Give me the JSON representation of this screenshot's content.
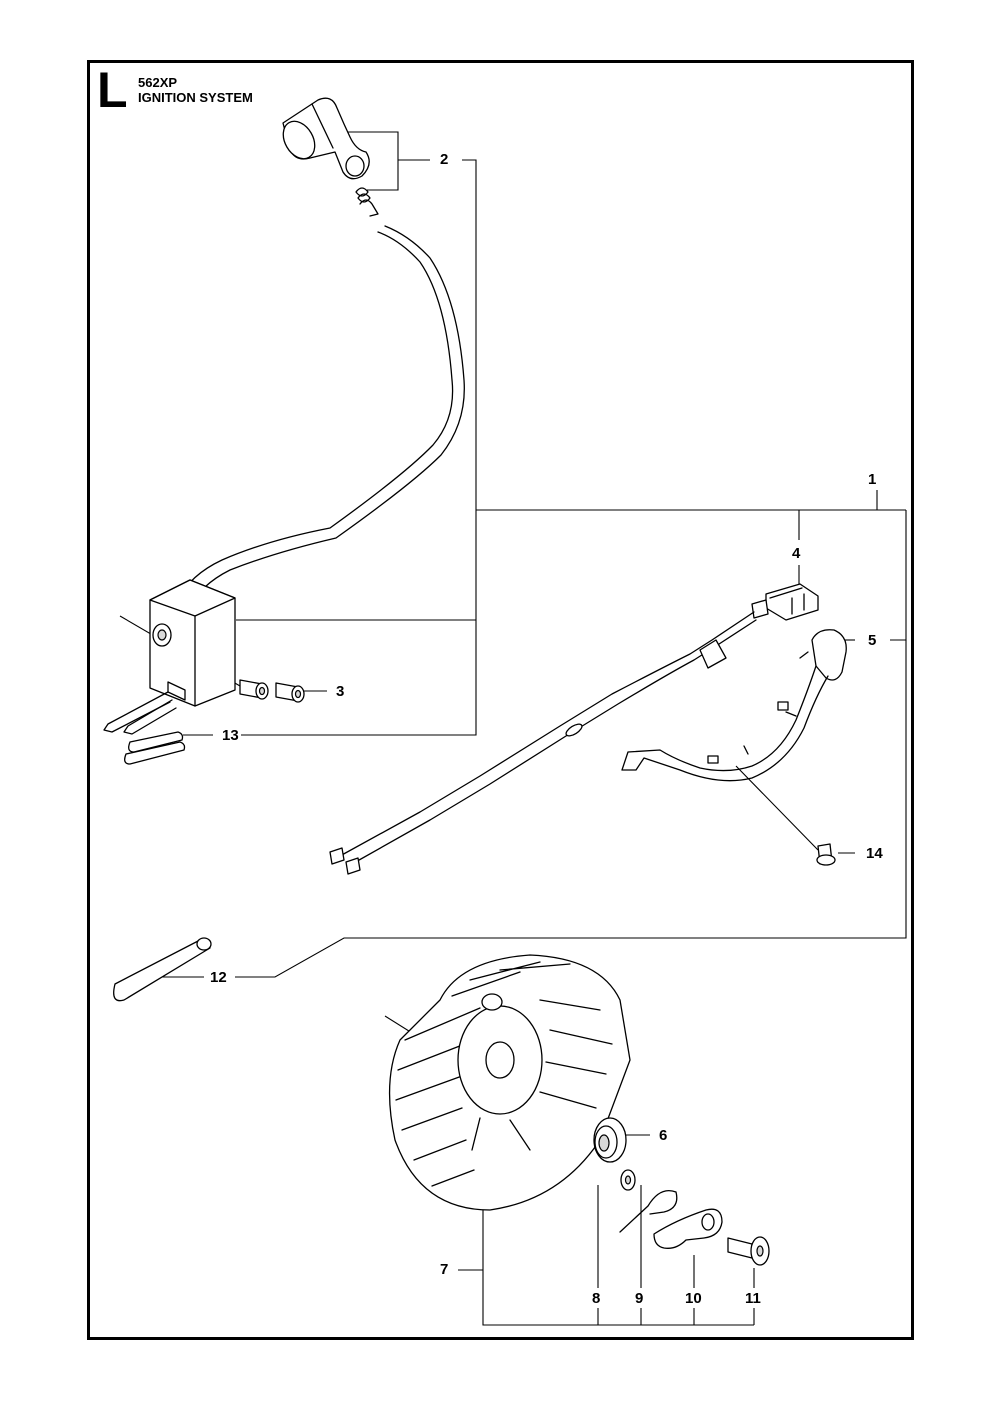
{
  "page": {
    "section_letter": "L",
    "model": "562XP",
    "title": "IGNITION SYSTEM"
  },
  "callouts": {
    "c1": "1",
    "c2": "2",
    "c3": "3",
    "c4": "4",
    "c5": "5",
    "c6": "6",
    "c7": "7",
    "c8": "8",
    "c9": "9",
    "c10": "10",
    "c11": "11",
    "c12": "12",
    "c13": "13",
    "c14": "14"
  }
}
